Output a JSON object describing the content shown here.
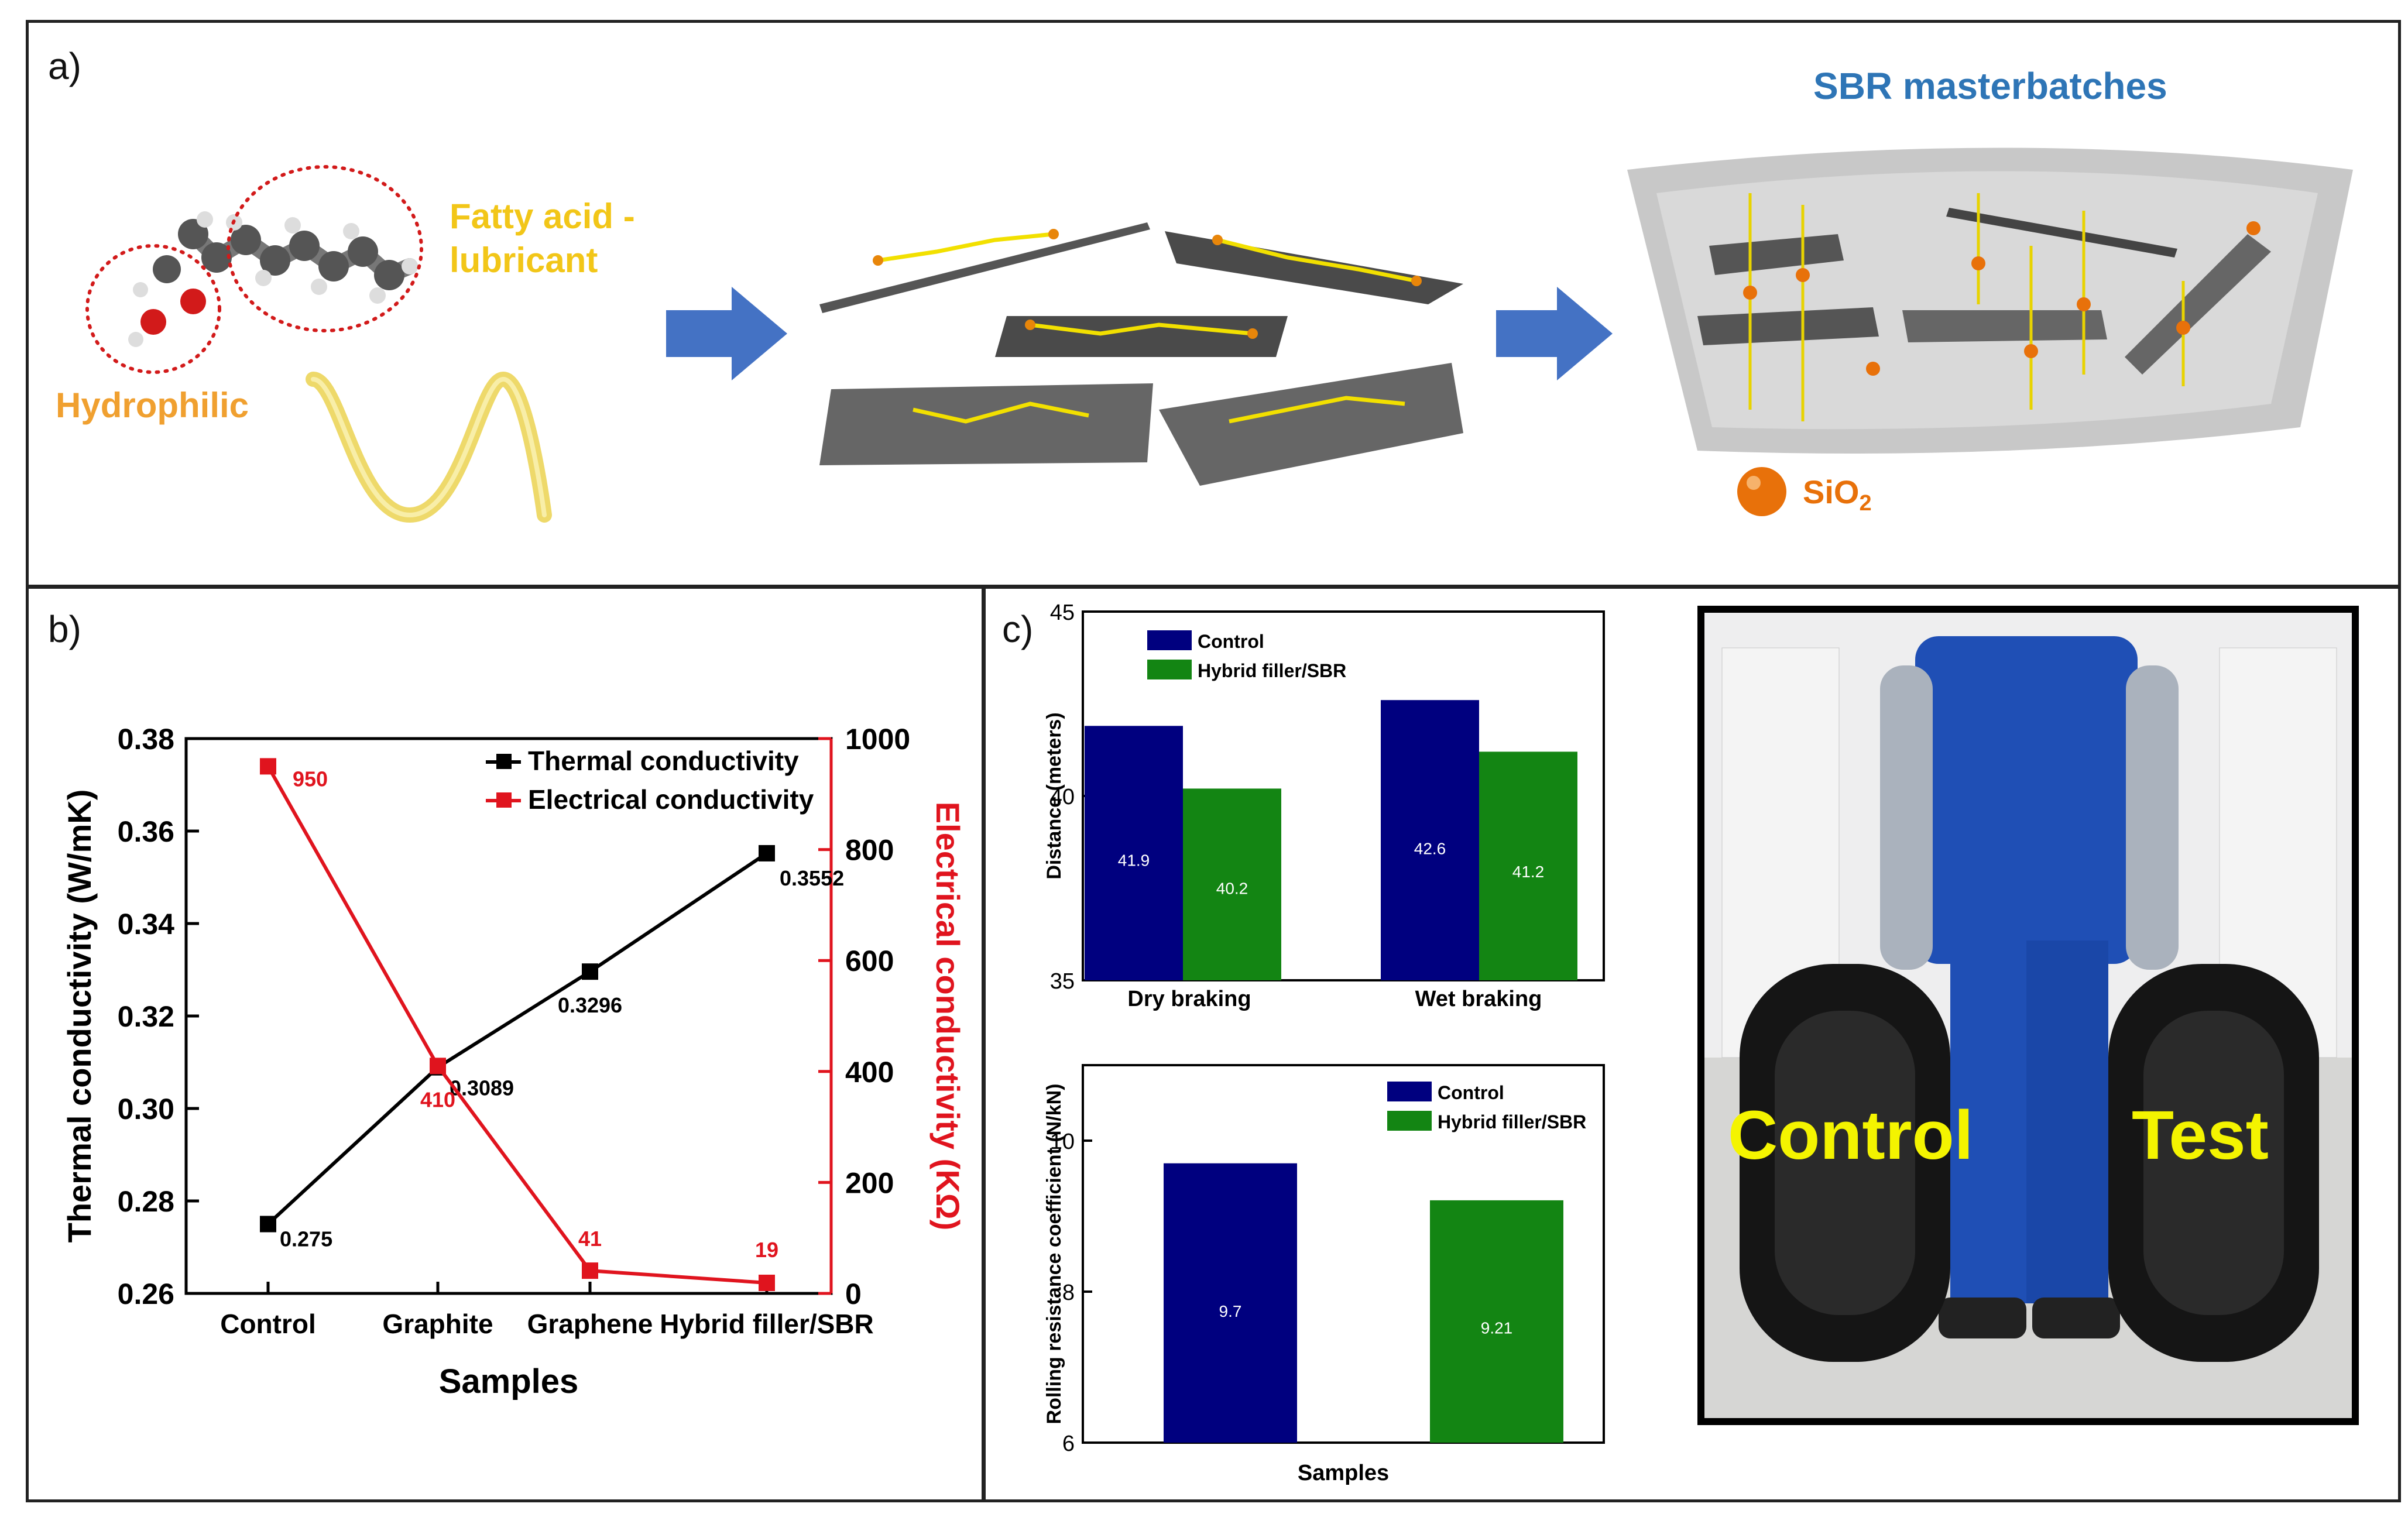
{
  "panel_a": {
    "label": "a)",
    "molecule_labels": {
      "hydrophilic": "Hydrophilic",
      "fatty_acid_line1": "Fatty acid -",
      "fatty_acid_line2": "lubricant"
    },
    "title": "SBR masterbatches",
    "legend_base": "SiO",
    "legend_sub": "2",
    "colors": {
      "hydrophilic": "#F0A030",
      "fatty_acid": "#F2C618",
      "title": "#2E75B6",
      "sio2": "#E8710A",
      "arrow": "#4472C4"
    }
  },
  "panel_b": {
    "label": "b)",
    "chart_data": {
      "type": "line",
      "categories": [
        "Control",
        "Graphite",
        "Graphene",
        "Hybrid filler/SBR"
      ],
      "xlabel": "Samples",
      "ylabel": "Thermal conductivity (W/mK)",
      "ylabel_right": "Electrical conductivity (KΩ)",
      "ylim": [
        0.26,
        0.38
      ],
      "ylim_right": [
        0,
        1000
      ],
      "y_ticks": [
        "0.26",
        "0.28",
        "0.30",
        "0.32",
        "0.34",
        "0.36",
        "0.38"
      ],
      "y_ticks_right": [
        "0",
        "200",
        "400",
        "600",
        "800",
        "1000"
      ],
      "legend_position": "top-right",
      "series": [
        {
          "name": "Thermal conductivity",
          "axis": "left",
          "color": "#000000",
          "values": [
            0.275,
            0.3089,
            0.3296,
            0.3552
          ],
          "labels": [
            "0.275",
            "0.3089",
            "0.3296",
            "0.3552"
          ]
        },
        {
          "name": "Electrical conductivity",
          "axis": "right",
          "color": "#E0141E",
          "values": [
            950,
            410,
            41,
            19
          ],
          "labels": [
            "950",
            "410",
            "41",
            "19"
          ]
        }
      ]
    }
  },
  "panel_c": {
    "label": "c)",
    "chart_data": [
      {
        "type": "bar",
        "categories": [
          "Dry braking",
          "Wet braking"
        ],
        "ylabel": "Distance (meters)",
        "ylim": [
          35,
          45
        ],
        "y_ticks": [
          "35",
          "40",
          "45"
        ],
        "legend_position": "top-left",
        "series": [
          {
            "name": "Control",
            "color": "#00007F",
            "values": [
              41.9,
              42.6
            ],
            "labels": [
              "41.9",
              "42.6"
            ]
          },
          {
            "name": "Hybrid filler/SBR",
            "color": "#138513",
            "values": [
              40.2,
              41.2
            ],
            "labels": [
              "40.2",
              "41.2"
            ]
          }
        ]
      },
      {
        "type": "bar",
        "categories": [
          "Control",
          "Hybrid filler/SBR"
        ],
        "xlabel": "Samples",
        "ylabel": "Rolling resistance coefficient (N/kN)",
        "ylim": [
          6,
          11
        ],
        "y_ticks": [
          "6",
          "8",
          "10"
        ],
        "legend_position": "top-right",
        "series": [
          {
            "name": "Control",
            "color": "#00007F",
            "values": [
              9.7
            ],
            "labels": [
              "9.7"
            ]
          },
          {
            "name": "Hybrid filler/SBR",
            "color": "#138513",
            "values": [
              9.21
            ],
            "labels": [
              "9.21"
            ]
          }
        ]
      }
    ],
    "photo": {
      "left_label": "Control",
      "right_label": "Test"
    }
  }
}
